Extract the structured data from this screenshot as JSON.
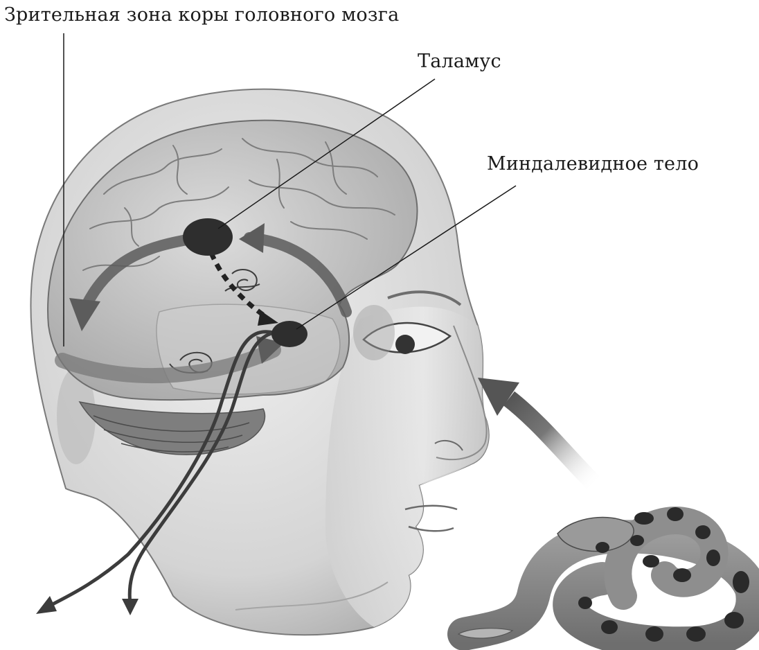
{
  "labels": {
    "visual_cortex": "Зрительная зона коры головного мозга",
    "thalamus": "Таламус",
    "amygdala": "Миндалевидное тело"
  },
  "colors": {
    "ink": "#1a1a1a",
    "skin_light": "#e6e6e6",
    "skin_mid": "#c9c9c9",
    "skin_dark": "#9a9a9a",
    "pathway": "#6b6b6b",
    "nucleus": "#2e2e2e",
    "snake_body": "#8a8a8a",
    "snake_band": "#2a2a2a"
  }
}
